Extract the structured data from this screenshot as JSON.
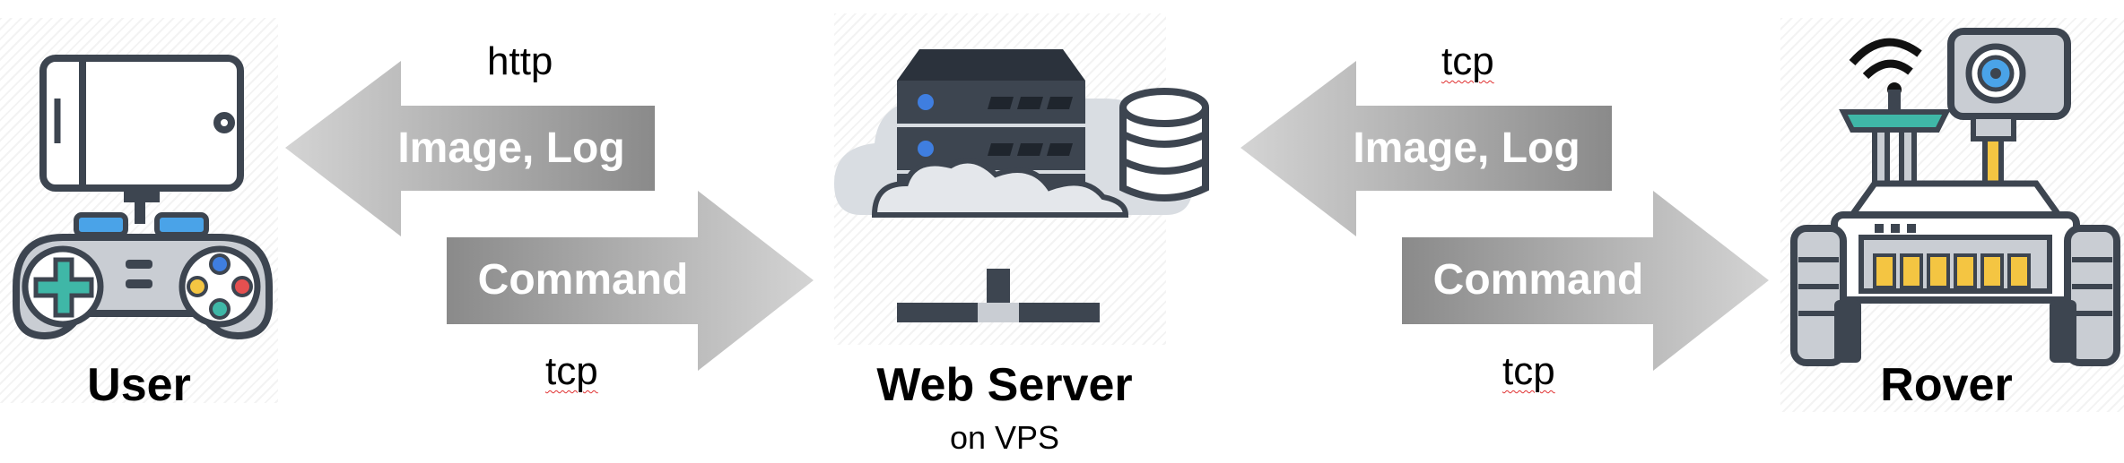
{
  "nodes": {
    "user": {
      "label": "User"
    },
    "server": {
      "label": "Web Server",
      "sublabel": "on VPS"
    },
    "rover": {
      "label": "Rover"
    }
  },
  "links": {
    "left_top": {
      "protocol": "http",
      "message": "Image, Log"
    },
    "left_bottom": {
      "protocol": "tcp",
      "message": "Command"
    },
    "right_top": {
      "protocol": "tcp",
      "message": "Image, Log"
    },
    "right_bottom": {
      "protocol": "tcp",
      "message": "Command"
    }
  },
  "colors": {
    "arrow_dark": "#8c8c8c",
    "arrow_light": "#d2d2d2",
    "icon_dark": "#3d4550",
    "accent_blue": "#3f7ee0",
    "accent_teal": "#3fb7a7",
    "accent_yellow": "#f4c542",
    "accent_red": "#e55050"
  }
}
